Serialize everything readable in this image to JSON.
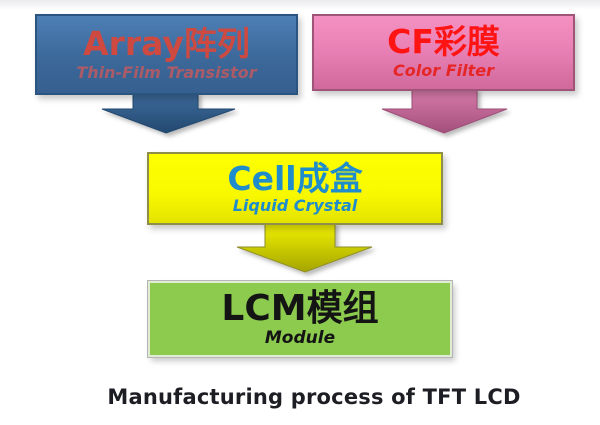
{
  "diagram": {
    "caption": "Manufacturing process of TFT LCD",
    "nodes": [
      {
        "id": "array",
        "title": "Array阵列",
        "subtitle": "Thin-Film Transistor",
        "fill": "#3c689a",
        "border": "#2a5580",
        "title_color": "#ce4a41",
        "subtitle_color": "#b85b63"
      },
      {
        "id": "cf",
        "title": "CF彩膜",
        "subtitle": "Color Filter",
        "fill": "#e87fb4",
        "border": "#9e5578",
        "title_color": "#ff1414",
        "subtitle_color": "#e62626"
      },
      {
        "id": "cell",
        "title": "Cell成盒",
        "subtitle": "Liquid Crystal",
        "fill": "#f8f800",
        "border": "#8e8e4a",
        "title_color": "#1f8ccc",
        "subtitle_color": "#1f8ccc"
      },
      {
        "id": "lcm",
        "title": "LCM模组",
        "subtitle": "Module",
        "fill": "#8ccb4e",
        "border": "#e2ecd4",
        "title_color": "#141414",
        "subtitle_color": "#141414"
      }
    ],
    "arrows": [
      {
        "id": "array-to-cell",
        "from": "array",
        "to": "cell",
        "color_top": "#3d6b9d",
        "color_bottom": "#24496f"
      },
      {
        "id": "cf-to-cell",
        "from": "cf",
        "to": "cell",
        "color_top": "#d87cab",
        "color_bottom": "#a34f7c"
      },
      {
        "id": "cell-to-lcm",
        "from": "cell",
        "to": "lcm",
        "color_top": "#f2f200",
        "color_bottom": "#a5a500"
      }
    ]
  }
}
